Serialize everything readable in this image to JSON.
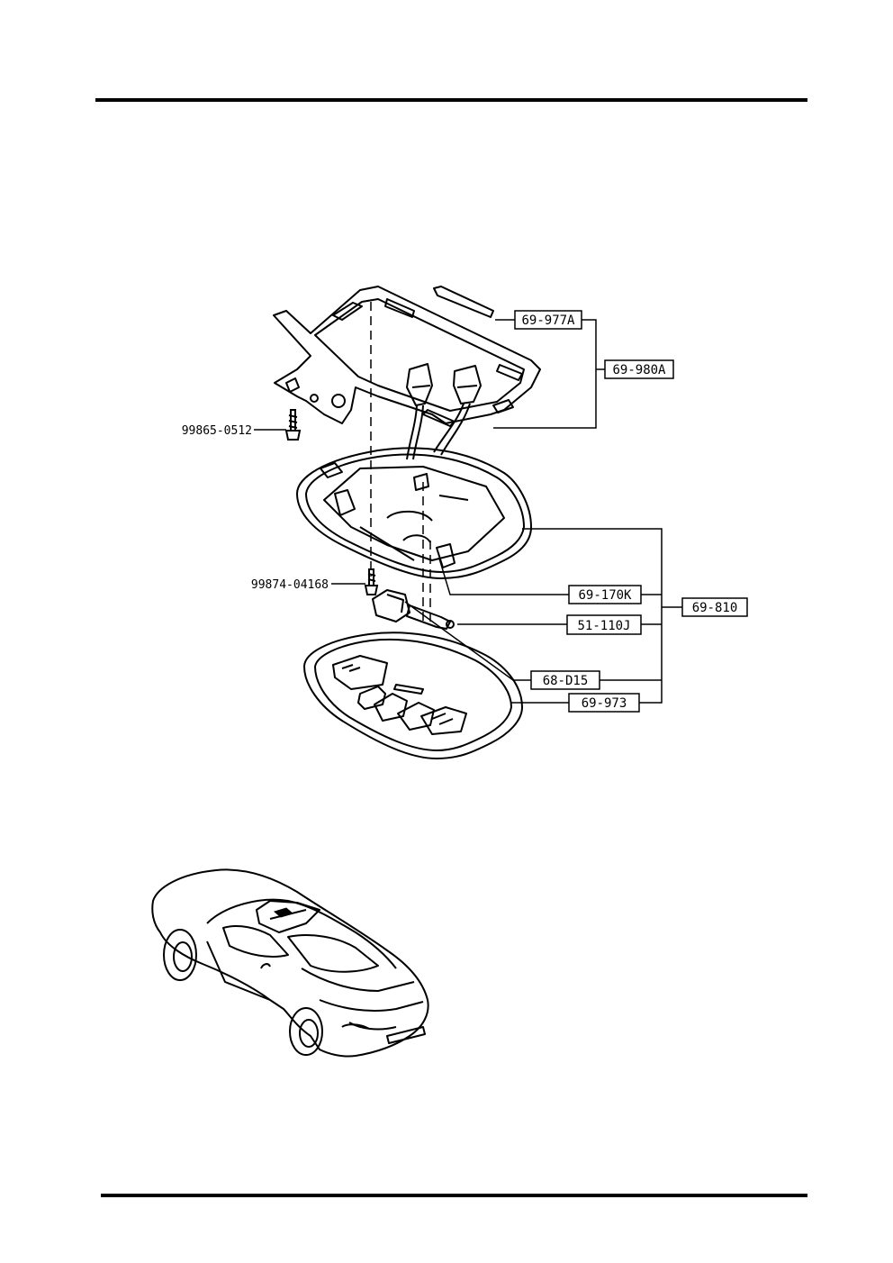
{
  "diagram": {
    "part_labels": [
      {
        "id": "69-977A",
        "text": "69-977A",
        "boxed": true
      },
      {
        "id": "69-980A",
        "text": "69-980A",
        "boxed": true
      },
      {
        "id": "99865-0512",
        "text": "99865-0512",
        "boxed": false
      },
      {
        "id": "99874-04168",
        "text": "99874-04168",
        "boxed": false
      },
      {
        "id": "69-170K",
        "text": "69-170K",
        "boxed": true
      },
      {
        "id": "51-110J",
        "text": "51-110J",
        "boxed": true
      },
      {
        "id": "69-810",
        "text": "69-810",
        "boxed": true
      },
      {
        "id": "68-D15",
        "text": "68-D15",
        "boxed": true
      },
      {
        "id": "69-973",
        "text": "69-973",
        "boxed": true
      }
    ]
  }
}
